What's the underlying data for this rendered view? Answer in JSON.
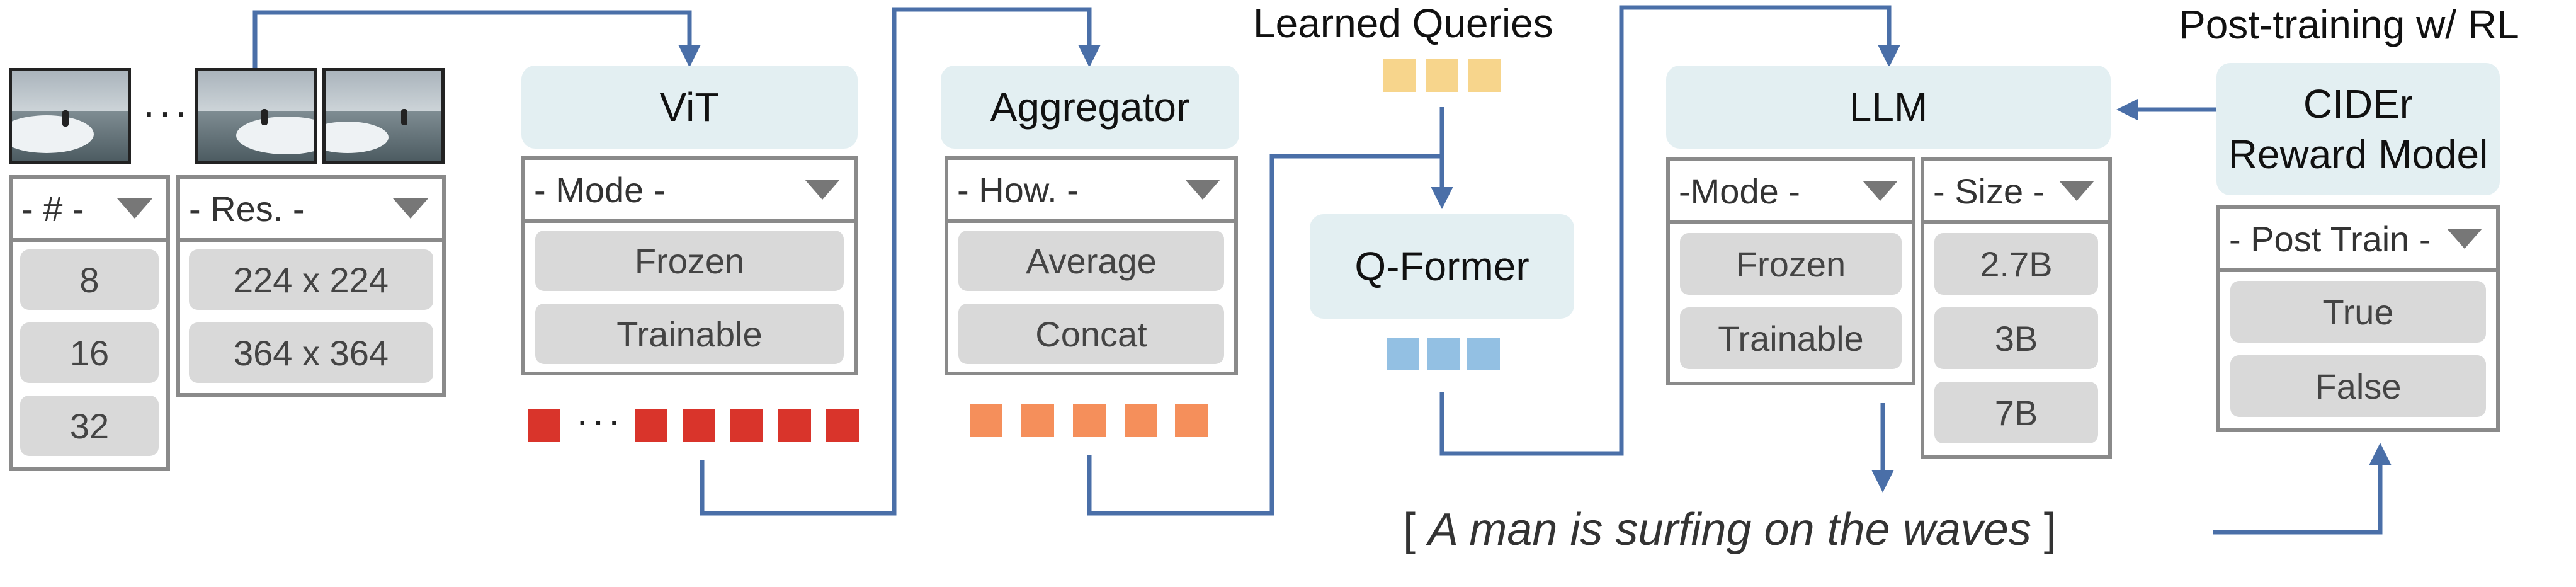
{
  "frames": {
    "ellipsis": "···"
  },
  "frame_count": {
    "header": "- # -",
    "options": [
      "8",
      "16",
      "32"
    ]
  },
  "resolution": {
    "header": "- Res. -",
    "options": [
      "224 x 224",
      "364 x 364"
    ]
  },
  "vit": {
    "title": "ViT",
    "header": "- Mode -",
    "options": [
      "Frozen",
      "Trainable"
    ],
    "token_ellipsis": "···",
    "token_color": "#d9342b"
  },
  "aggregator": {
    "title": "Aggregator",
    "header": "- How. -",
    "options": [
      "Average",
      "Concat"
    ],
    "token_color": "#f58f5b"
  },
  "learned_queries": {
    "title": "Learned Queries",
    "color": "#f7d58c"
  },
  "qformer": {
    "title": "Q-Former",
    "token_color": "#93c0e3"
  },
  "llm": {
    "title": "LLM",
    "mode": {
      "header": "-Mode -",
      "options": [
        "Frozen",
        "Trainable"
      ]
    },
    "size": {
      "header": "- Size -",
      "options": [
        "2.7B",
        "3B",
        "7B"
      ]
    }
  },
  "post_training": {
    "title": "Post-training w/ RL",
    "box_title_line1": "CIDEr",
    "box_title_line2": "Reward Model",
    "header": "- Post Train -",
    "options": [
      "True",
      "False"
    ]
  },
  "caption": {
    "open": "[ ",
    "text": "A man is surfing on the waves",
    "close": " ]"
  },
  "arrow_color": "#4a6fa8",
  "panel_fill": "#e3eff2"
}
